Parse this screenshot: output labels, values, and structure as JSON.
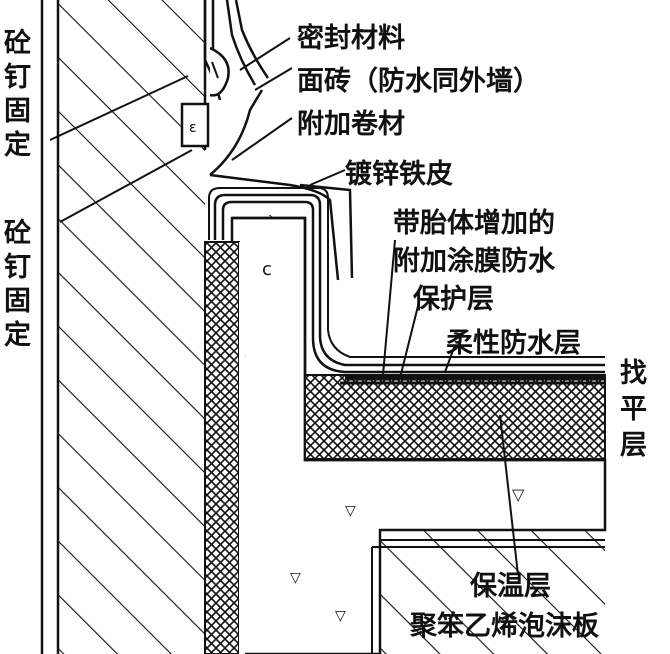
{
  "labels": {
    "sealant": "密封材料",
    "tile": "面砖（防水同外墙）",
    "extra_membrane": "附加卷材",
    "galvanized_sheet": "镀锌铁皮",
    "reinforced_coating_1": "带胎体增加的",
    "reinforced_coating_2": "附加涂膜防水",
    "protective_layer": "保护层",
    "flexible_waterproof": "柔性防水层",
    "insulation": "保温层",
    "eps_board": "聚笨乙烯泡沫板",
    "nail_top": [
      "砼",
      "钉",
      "固",
      "定"
    ],
    "nail_bottom": [
      "砼",
      "钉",
      "固",
      "定"
    ],
    "leveling": [
      "找",
      "平",
      "层"
    ]
  },
  "colors": {
    "ink": "#111111",
    "paper": "#ffffff"
  }
}
